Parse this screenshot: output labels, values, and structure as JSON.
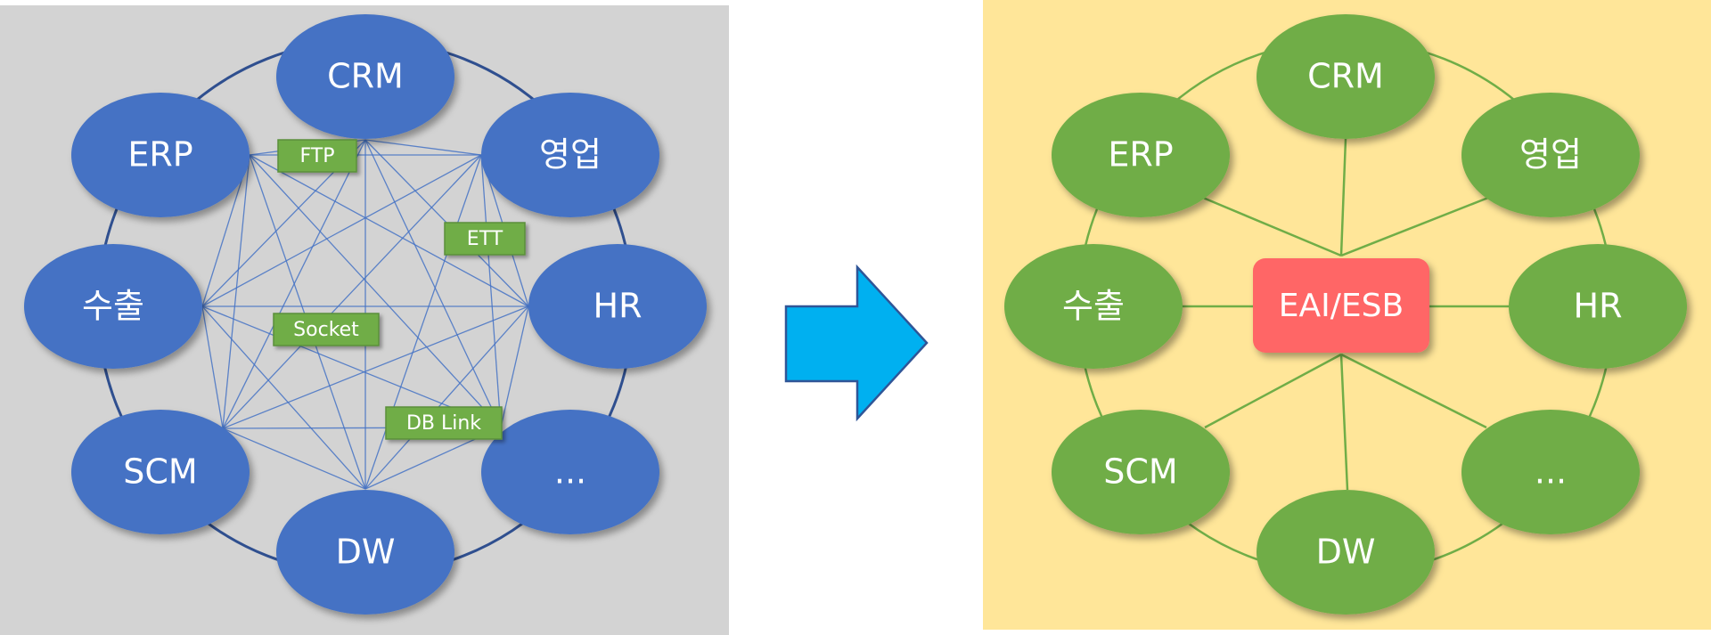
{
  "left_panel": {
    "background": "#d3d3d3",
    "node_color": "#4472c4",
    "ring_color": "#2f4f8f",
    "mesh_line_color": "#4472c4",
    "nodes": [
      {
        "id": "crm",
        "label": "CRM"
      },
      {
        "id": "sales",
        "label": "영업"
      },
      {
        "id": "hr",
        "label": "HR"
      },
      {
        "id": "etc",
        "label": "..."
      },
      {
        "id": "dw",
        "label": "DW"
      },
      {
        "id": "scm",
        "label": "SCM"
      },
      {
        "id": "export",
        "label": "수출"
      },
      {
        "id": "erp",
        "label": "ERP"
      }
    ],
    "protocol_tags": [
      {
        "id": "ftp",
        "label": "FTP"
      },
      {
        "id": "ett",
        "label": "ETT"
      },
      {
        "id": "socket",
        "label": "Socket"
      },
      {
        "id": "dblink",
        "label": "DB Link"
      }
    ],
    "tag_color": "#70ad47"
  },
  "arrow": {
    "color": "#00b0f0",
    "outline": "#2f5597",
    "direction": "right"
  },
  "right_panel": {
    "background": "#ffe699",
    "node_color": "#70ad47",
    "line_color": "#70ad47",
    "hub": {
      "label": "EAI/ESB",
      "color": "#ff6666"
    },
    "nodes": [
      {
        "id": "crm",
        "label": "CRM"
      },
      {
        "id": "sales",
        "label": "영업"
      },
      {
        "id": "hr",
        "label": "HR"
      },
      {
        "id": "etc",
        "label": "..."
      },
      {
        "id": "dw",
        "label": "DW"
      },
      {
        "id": "scm",
        "label": "SCM"
      },
      {
        "id": "export",
        "label": "수출"
      },
      {
        "id": "erp",
        "label": "ERP"
      }
    ]
  }
}
